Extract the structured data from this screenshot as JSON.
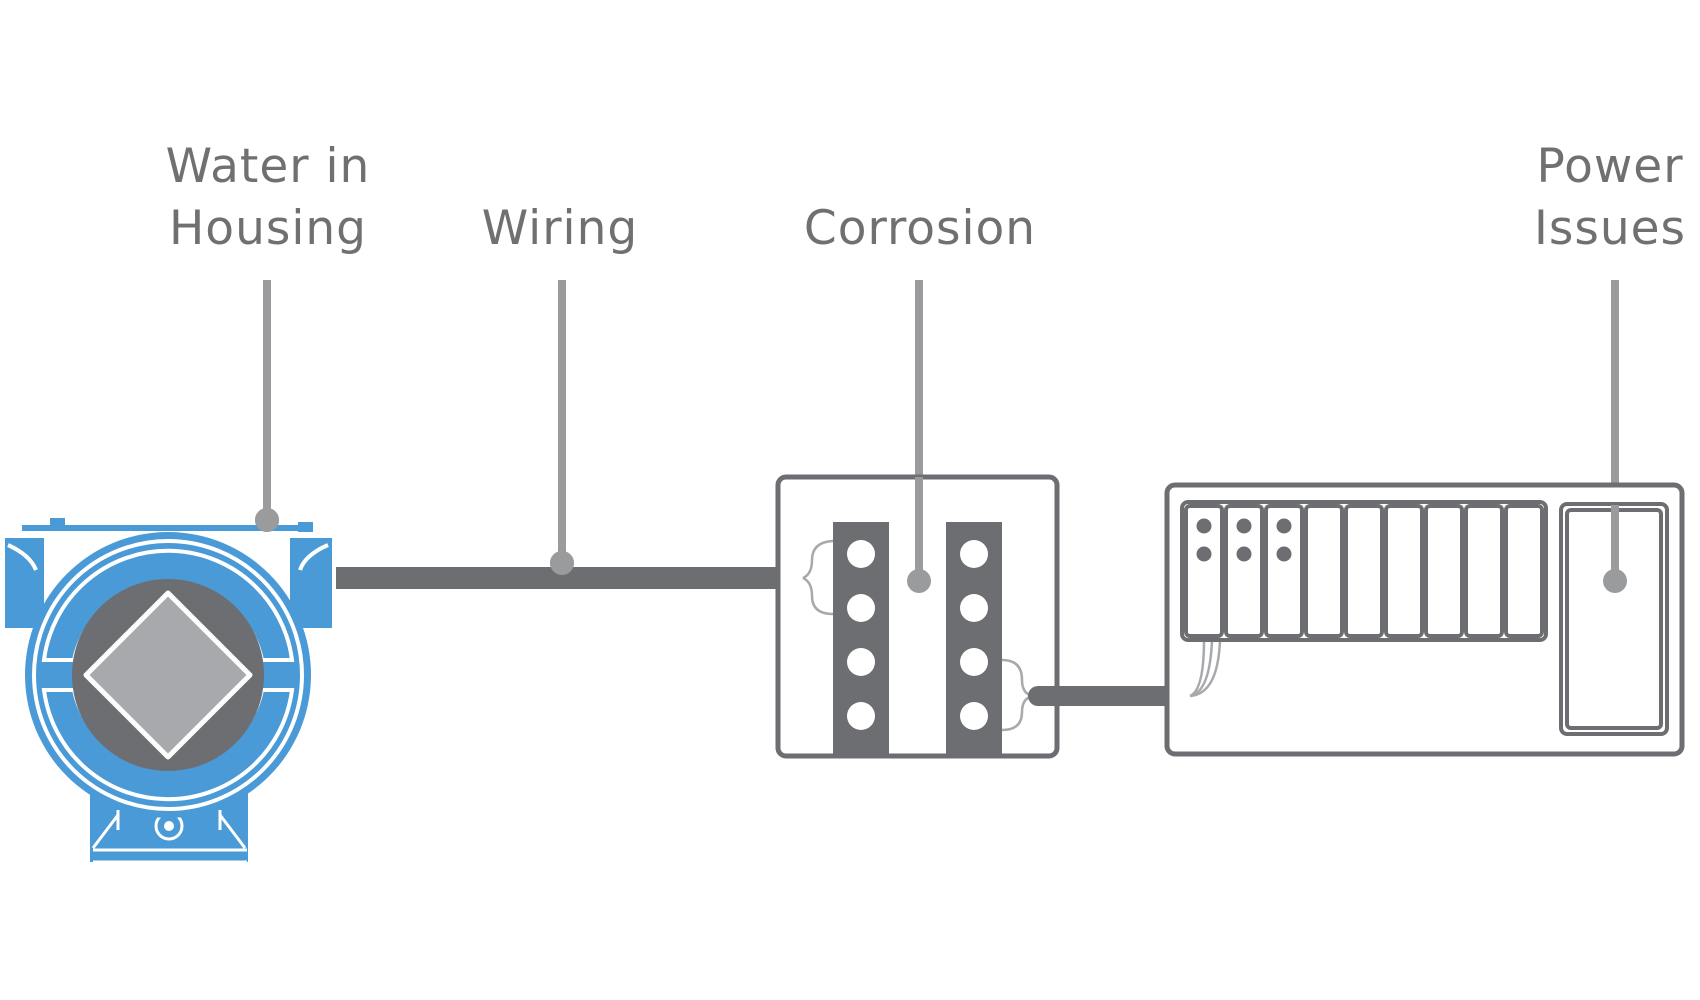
{
  "labels": {
    "water": {
      "line1": "Water in",
      "line2": "Housing"
    },
    "wiring": {
      "text": "Wiring"
    },
    "corrosion": {
      "text": "Corrosion"
    },
    "power": {
      "line1": "Power",
      "line2": "Issues"
    }
  },
  "colors": {
    "transmitter_blue": "#4a9ad8",
    "dark_gray": "#6d6e71",
    "leader_gray": "#9a9b9d",
    "display_gray": "#a7a9ac",
    "outline_gray": "#6d6e71"
  }
}
